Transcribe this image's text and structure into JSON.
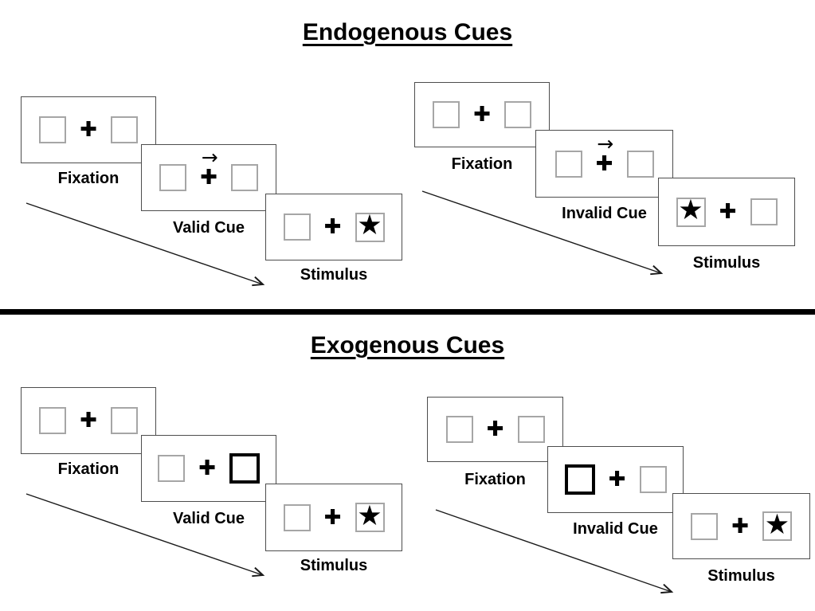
{
  "sections": [
    {
      "title": "Endogenous Cues",
      "panels": [
        {
          "id": "endogenous-valid",
          "cue_type": "central-arrow",
          "cue_arrow_direction": "right",
          "stimulus_side": "right",
          "cards": [
            {
              "label": "Fixation"
            },
            {
              "label": "Valid Cue"
            },
            {
              "label": "Stimulus"
            }
          ]
        },
        {
          "id": "endogenous-invalid",
          "cue_type": "central-arrow",
          "cue_arrow_direction": "right",
          "stimulus_side": "left",
          "cards": [
            {
              "label": "Fixation"
            },
            {
              "label": "Invalid Cue"
            },
            {
              "label": "Stimulus"
            }
          ]
        }
      ]
    },
    {
      "title": "Exogenous Cues",
      "panels": [
        {
          "id": "exogenous-valid",
          "cue_type": "peripheral-box-highlight",
          "cued_box_side": "right",
          "stimulus_side": "right",
          "cards": [
            {
              "label": "Fixation"
            },
            {
              "label": "Valid Cue"
            },
            {
              "label": "Stimulus"
            }
          ]
        },
        {
          "id": "exogenous-invalid",
          "cue_type": "peripheral-box-highlight",
          "cued_box_side": "left",
          "stimulus_side": "right",
          "cards": [
            {
              "label": "Fixation"
            },
            {
              "label": "Invalid Cue"
            },
            {
              "label": "Stimulus"
            }
          ]
        }
      ]
    }
  ],
  "glyphs": {
    "plus": "✚",
    "star": "★",
    "cue_arrow": "→"
  },
  "colors": {
    "background": "#ffffff",
    "frame_border": "#4d4d4d",
    "square_border": "#a6a6a6",
    "cued_square_border": "#000000",
    "divider": "#000000",
    "ink": "#000000"
  }
}
